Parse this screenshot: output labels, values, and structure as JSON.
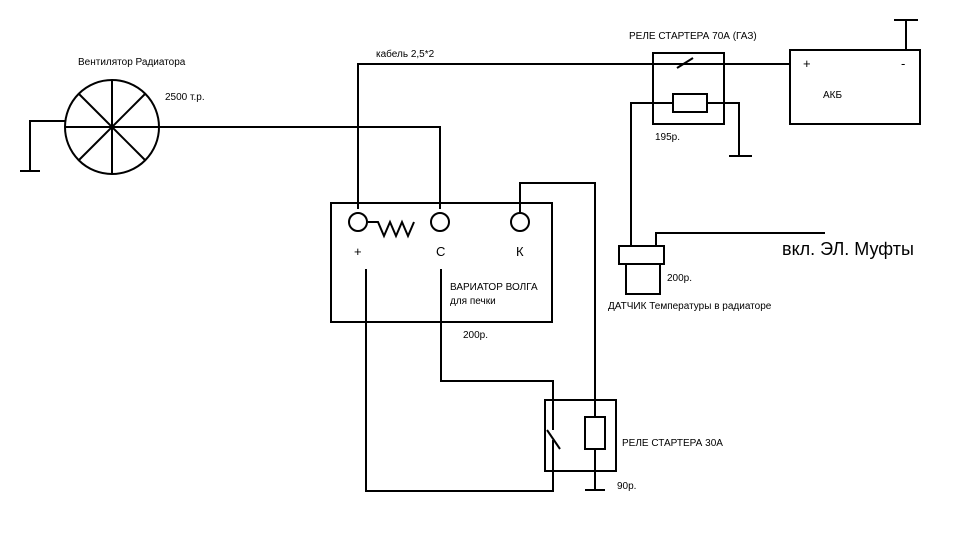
{
  "labels": {
    "fan_title": "Вентилятор  Радиатора",
    "fan_price": "2500 т.р.",
    "cable": "кабель 2,5*2",
    "relay70_title": "РЕЛЕ СТАРТЕРА 70А (ГАЗ)",
    "relay70_price": "195р.",
    "battery_plus": "+",
    "battery_minus": "-",
    "battery_name": "АКБ",
    "variator_plus": "+",
    "variator_c": "С",
    "variator_k": "К",
    "variator_title": "ВАРИАТОР ВОЛГА",
    "variator_sub": "для печки",
    "variator_price": "200р.",
    "sensor_price": "200р.",
    "sensor_title": "ДАТЧИК Температуры в радиаторе",
    "clutch_label": "вкл. ЭЛ. Муфты",
    "relay30_title": "РЕЛЕ СТАРТЕРА 30А",
    "relay30_price": "90р."
  },
  "colors": {
    "stroke": "#000000",
    "background": "#ffffff"
  },
  "icons": [
    "ground-symbol",
    "fan-symbol",
    "switch-contact",
    "coil-resistor",
    "zigzag-resistor"
  ]
}
